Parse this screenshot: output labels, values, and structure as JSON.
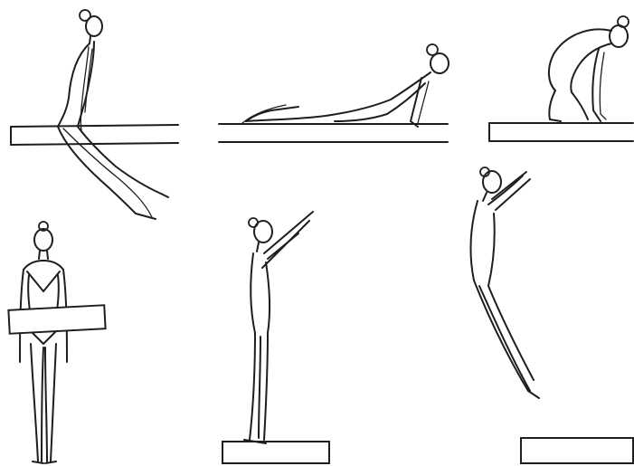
{
  "image": {
    "style": "black line drawing on white background",
    "ink_color": "#1e1e1e",
    "background_color": "#ffffff"
  },
  "panels": [
    {
      "name": "seated-on-beam"
    },
    {
      "name": "lying-prone-on-beam"
    },
    {
      "name": "crouching-on-beam"
    },
    {
      "name": "standing-behind-beam"
    },
    {
      "name": "standing-on-beam-arms-raised"
    },
    {
      "name": "leaping-off-beam"
    }
  ]
}
